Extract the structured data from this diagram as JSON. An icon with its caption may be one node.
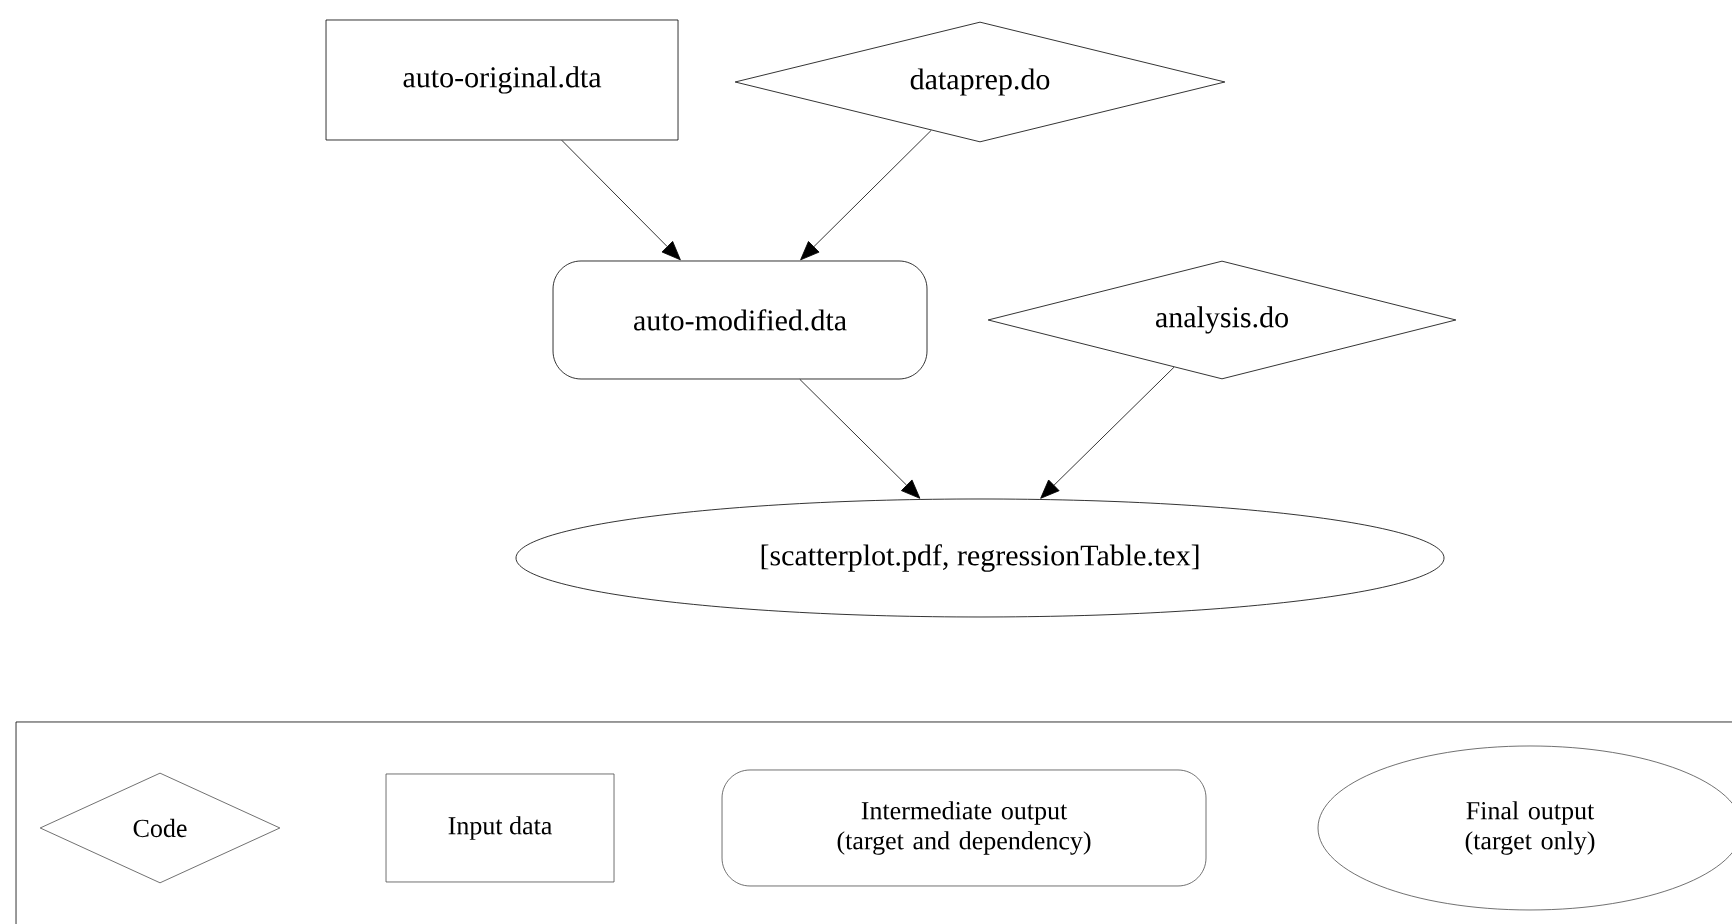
{
  "diagram": {
    "nodes": [
      {
        "text": [
          "auto-original.dta"
        ]
      },
      {
        "text": [
          "dataprep.do"
        ]
      },
      {
        "text": [
          "auto-modified.dta"
        ]
      },
      {
        "text": [
          "analysis.do"
        ]
      },
      {
        "text": [
          "[scatterplot.pdf, regressionTable.tex]"
        ]
      }
    ],
    "edges": [
      {
        "from": 0,
        "to": 2,
        "arrow": "to"
      },
      {
        "from": 1,
        "to": 2,
        "arrow": "to"
      },
      {
        "from": 2,
        "to": 4,
        "arrow": "to"
      },
      {
        "from": 3,
        "to": 4,
        "arrow": "to"
      }
    ],
    "legend": [
      {
        "text": "Code"
      },
      {
        "text": "Input data"
      },
      {
        "text": "Intermediate output (target and dependency)"
      },
      {
        "text": "Final output (target only)"
      }
    ]
  }
}
